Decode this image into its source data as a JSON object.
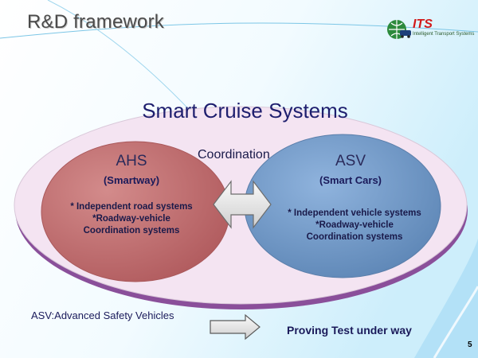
{
  "header": {
    "title": "R&D framework"
  },
  "logo": {
    "name": "ITS",
    "subtitle": "Intelligent Transport Systems",
    "icon": "globe-car-icon"
  },
  "diagram": {
    "title": "Smart Cruise Systems",
    "left": {
      "title": "AHS",
      "subtitle": "(Smartway)",
      "items": [
        "* Independent road systems",
        "*Roadway-vehicle",
        "Coordination systems"
      ]
    },
    "right": {
      "title": "ASV",
      "subtitle": "(Smart Cars)",
      "items": [
        "* Independent vehicle systems",
        "*Roadway-vehicle",
        "Coordination systems"
      ]
    },
    "link_label": "Coordination",
    "colors": {
      "ahs": "#c06e70",
      "asv": "#6f98c6",
      "outer": "#f3e3f1",
      "arrow": "#e8e8e8"
    }
  },
  "footer": {
    "abbreviation": "ASV:Advanced Safety Vehicles",
    "status": "Proving Test under way",
    "page": "5"
  }
}
